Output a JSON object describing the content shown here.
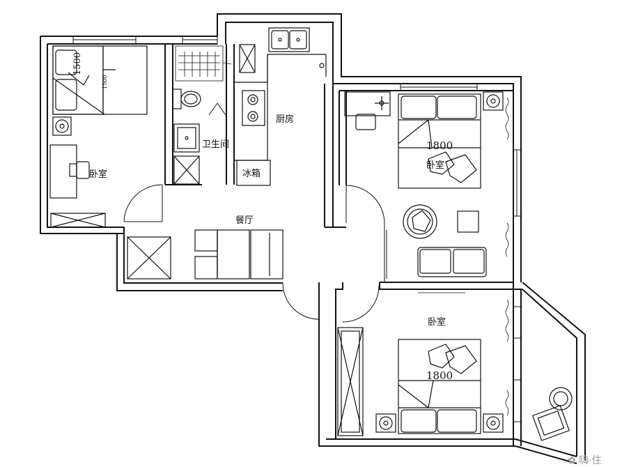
{
  "rooms": {
    "bedroom_left": "卧室",
    "bathroom": "卫生间",
    "kitchen": "厨房",
    "fridge": "冰箱",
    "dining": "餐厅",
    "bedroom_right": "卧室",
    "bedroom_bottom": "卧室"
  },
  "dimensions": {
    "bed_left": "1500",
    "bed_left_small": "1500",
    "bed_right": "1800",
    "bed_bottom": "1800"
  },
  "watermark": "✿ 嗨·住"
}
